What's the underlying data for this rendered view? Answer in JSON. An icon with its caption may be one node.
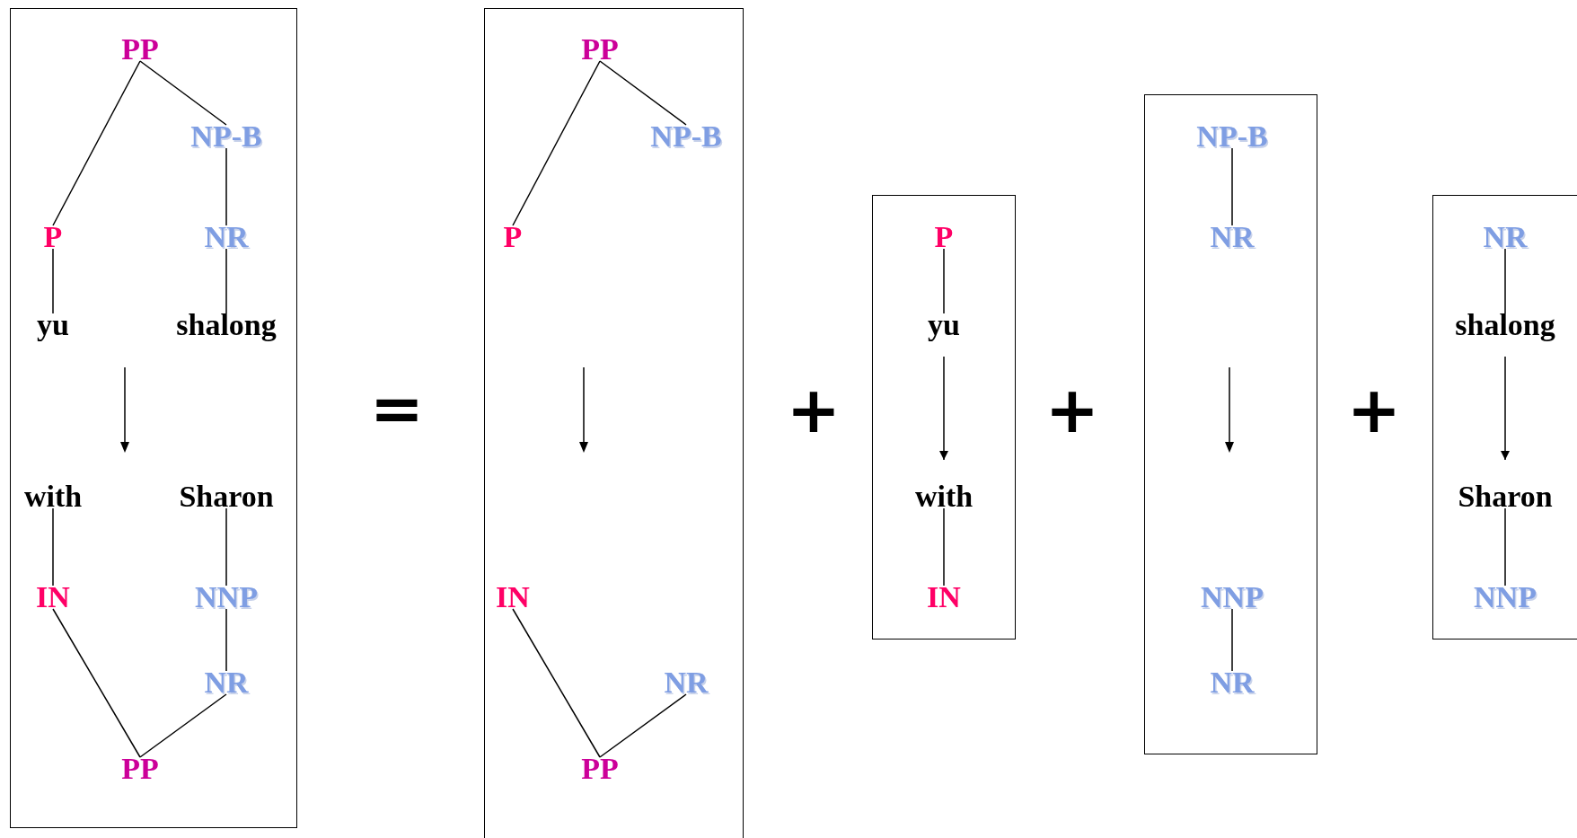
{
  "diagram": {
    "nodes": [
      {
        "text": [],
        "shape": "box"
      },
      {
        "text": [
          "PP"
        ],
        "in": 0
      },
      {
        "text": [
          "NP-B"
        ],
        "in": 0
      },
      {
        "text": [
          "P"
        ],
        "in": 0
      },
      {
        "text": [
          "NR"
        ],
        "in": 0
      },
      {
        "text": [
          "yu"
        ],
        "in": 0
      },
      {
        "text": [
          "shalong"
        ],
        "in": 0
      },
      {
        "text": [
          "with"
        ],
        "in": 0
      },
      {
        "text": [
          "Sharon"
        ],
        "in": 0
      },
      {
        "text": [
          "IN"
        ],
        "in": 0
      },
      {
        "text": [
          "NNP"
        ],
        "in": 0
      },
      {
        "text": [
          "NR"
        ],
        "in": 0
      },
      {
        "text": [
          "PP"
        ],
        "in": 0
      },
      {
        "text": [],
        "shape": "box"
      },
      {
        "text": [
          "PP"
        ],
        "in": 13
      },
      {
        "text": [
          "NP-B"
        ],
        "in": 13
      },
      {
        "text": [
          "P"
        ],
        "in": 13
      },
      {
        "text": [
          "IN"
        ],
        "in": 13
      },
      {
        "text": [
          "NR"
        ],
        "in": 13
      },
      {
        "text": [
          "PP"
        ],
        "in": 13
      },
      {
        "text": [],
        "shape": "box"
      },
      {
        "text": [
          "P"
        ],
        "in": 20
      },
      {
        "text": [
          "yu"
        ],
        "in": 20
      },
      {
        "text": [
          "with"
        ],
        "in": 20
      },
      {
        "text": [
          "IN"
        ],
        "in": 20
      },
      {
        "text": [],
        "shape": "box"
      },
      {
        "text": [
          "NP-B"
        ],
        "in": 25
      },
      {
        "text": [
          "NR"
        ],
        "in": 25
      },
      {
        "text": [
          "NNP"
        ],
        "in": 25
      },
      {
        "text": [
          "NR"
        ],
        "in": 25
      },
      {
        "text": [],
        "shape": "box"
      },
      {
        "text": [
          "NR"
        ],
        "in": 30
      },
      {
        "text": [
          "shalong"
        ],
        "in": 30
      },
      {
        "text": [
          "Sharon"
        ],
        "in": 30
      },
      {
        "text": [
          "NNP"
        ],
        "in": 30
      }
    ],
    "edges": [
      {
        "from": 1,
        "to": 2,
        "arrow": "none"
      },
      {
        "from": 1,
        "to": 3,
        "arrow": "none"
      },
      {
        "from": 2,
        "to": 4,
        "arrow": "none"
      },
      {
        "from": 3,
        "to": 5,
        "arrow": "none"
      },
      {
        "from": 4,
        "to": 6,
        "arrow": "none"
      },
      {
        "from": 7,
        "to": 9,
        "arrow": "none"
      },
      {
        "from": 8,
        "to": 10,
        "arrow": "none"
      },
      {
        "from": 10,
        "to": 11,
        "arrow": "none"
      },
      {
        "from": 9,
        "to": 12,
        "arrow": "none"
      },
      {
        "from": 11,
        "to": 12,
        "arrow": "none"
      },
      {
        "from": 14,
        "to": 15,
        "arrow": "none"
      },
      {
        "from": 14,
        "to": 16,
        "arrow": "none"
      },
      {
        "from": 17,
        "to": 19,
        "arrow": "none"
      },
      {
        "from": 18,
        "to": 19,
        "arrow": "none"
      },
      {
        "from": 21,
        "to": 22,
        "arrow": "none"
      },
      {
        "from": 22,
        "to": 23,
        "arrow": "to"
      },
      {
        "from": 23,
        "to": 24,
        "arrow": "none"
      },
      {
        "from": 26,
        "to": 27,
        "arrow": "none"
      },
      {
        "from": 28,
        "to": 29,
        "arrow": "none"
      },
      {
        "from": 31,
        "to": 32,
        "arrow": "none"
      },
      {
        "from": 32,
        "to": 33,
        "arrow": "to"
      },
      {
        "from": 33,
        "to": 34,
        "arrow": "none"
      }
    ],
    "labels": [
      "=",
      "+",
      "+",
      "+"
    ]
  }
}
